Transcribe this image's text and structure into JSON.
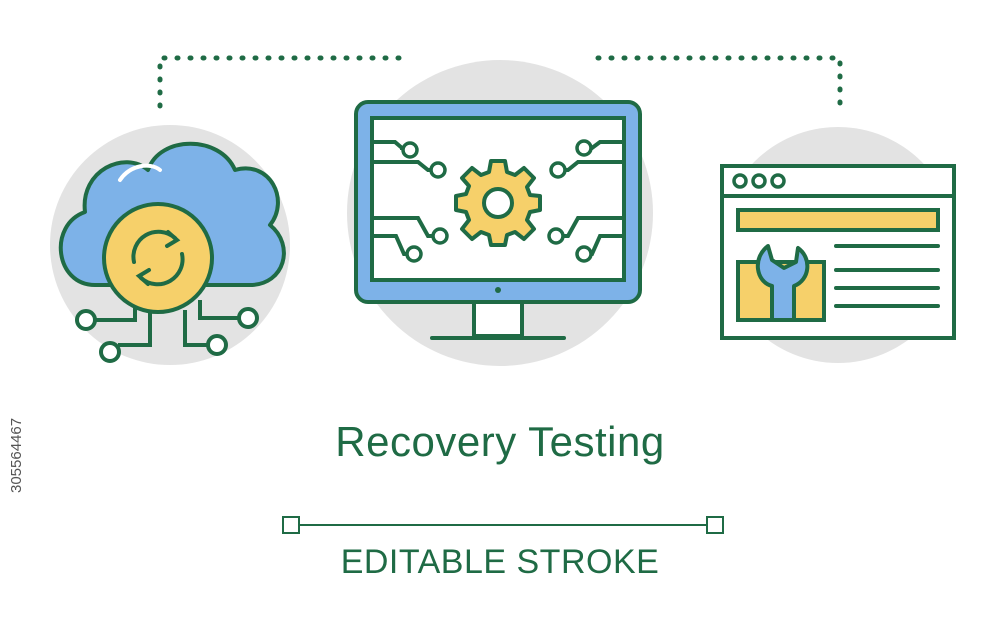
{
  "title": "Recovery Testing",
  "subtitle": "EDITABLE STROKE",
  "side_id": "305564467",
  "colors": {
    "stroke": "#1f6b45",
    "blue": "#7db2e8",
    "yellow": "#f6d06a",
    "circle": "#e3e3e3",
    "white": "#ffffff"
  },
  "icons": [
    "cloud-sync-icon",
    "monitor-gear-icon",
    "browser-wrench-icon"
  ]
}
